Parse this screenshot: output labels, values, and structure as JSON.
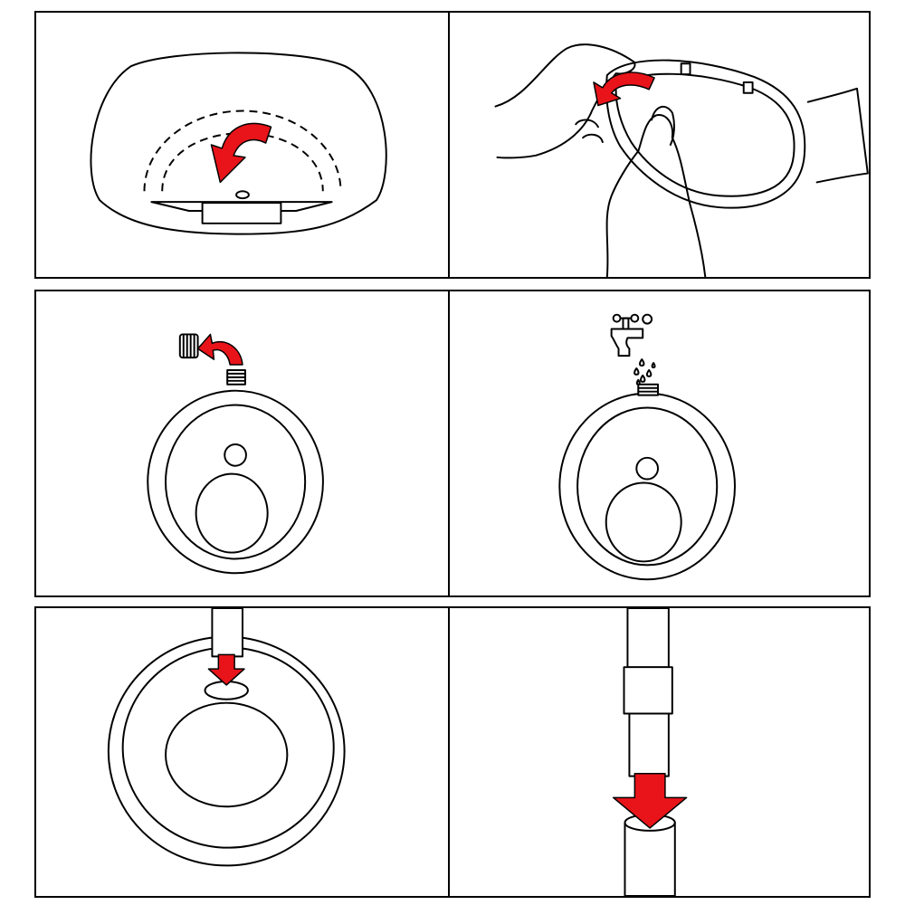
{
  "steps": [
    {
      "scene": "inflate-valve-mount"
    },
    {
      "scene": "connect-hose-ring"
    },
    {
      "scene": "unscrew-cap"
    },
    {
      "scene": "fill-water-from-tap"
    },
    {
      "scene": "insert-base-onto-pole"
    },
    {
      "scene": "push-pole-into-base"
    }
  ],
  "colors": {
    "arrow": "#e8141a",
    "line": "#000000",
    "background": "#ffffff"
  },
  "icons": {
    "arrow": "curved-arrow-icon",
    "down_arrow": "down-arrow-icon",
    "tap": "water-tap-icon",
    "cap": "screw-cap-icon"
  }
}
